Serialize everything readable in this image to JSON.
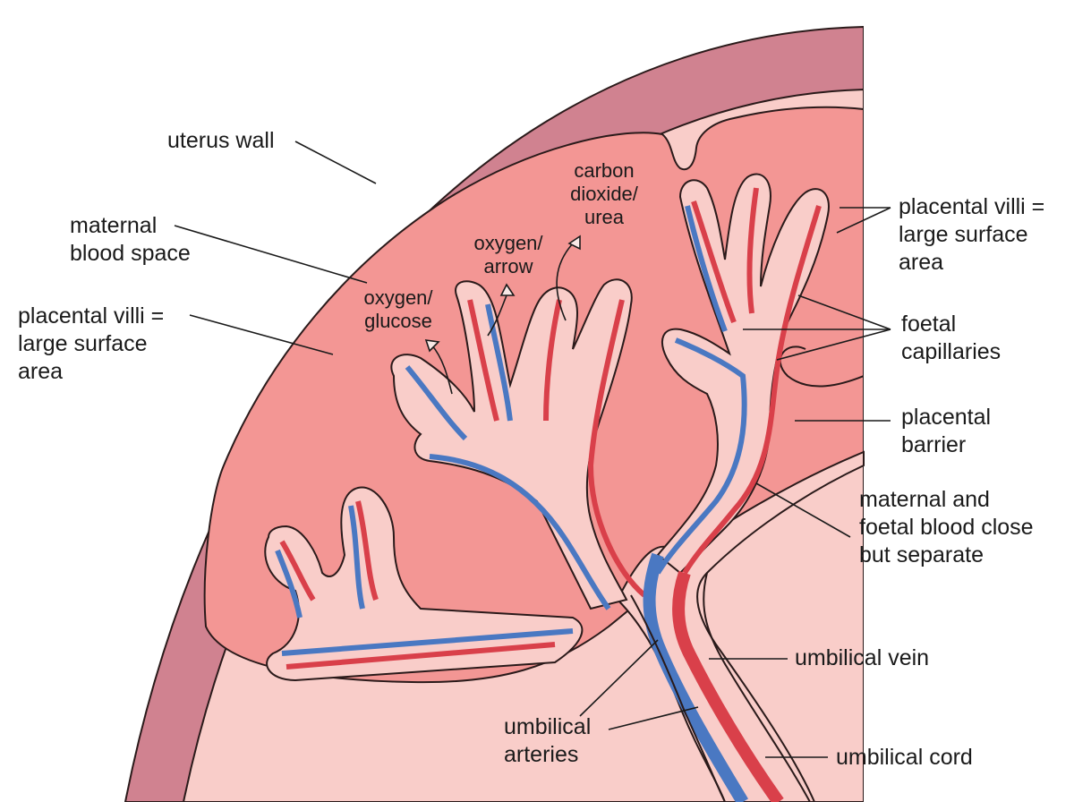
{
  "labels": {
    "uterus_wall": "uterus wall",
    "maternal_blood_space": [
      "maternal",
      "blood space"
    ],
    "villi_left": [
      "placental villi =",
      "large surface",
      "area"
    ],
    "oxygen_glucose": [
      "oxygen/",
      "glucose"
    ],
    "oxygen_arrow": [
      "oxygen/",
      "arrow"
    ],
    "carbon_dioxide_urea": [
      "carbon",
      "dioxide/",
      "urea"
    ],
    "villi_right": [
      "placental villi =",
      "large surface",
      "area"
    ],
    "foetal_capillaries": [
      "foetal",
      "capillaries"
    ],
    "placental_barrier": [
      "placental",
      "barrier"
    ],
    "maternal_foetal_close": [
      "maternal and",
      "foetal blood close",
      "but separate"
    ],
    "umbilical_vein": "umbilical vein",
    "umbilical_arteries": [
      "umbilical",
      "arteries"
    ],
    "umbilical_cord": "umbilical cord"
  },
  "colors": {
    "uterus_wall": "#d08290",
    "placenta_tissue": "#f9cdc9",
    "maternal_blood": "#f39694",
    "vein_red": "#d9404a",
    "artery_blue": "#4a78c2",
    "outline": "#2a1a1a"
  }
}
